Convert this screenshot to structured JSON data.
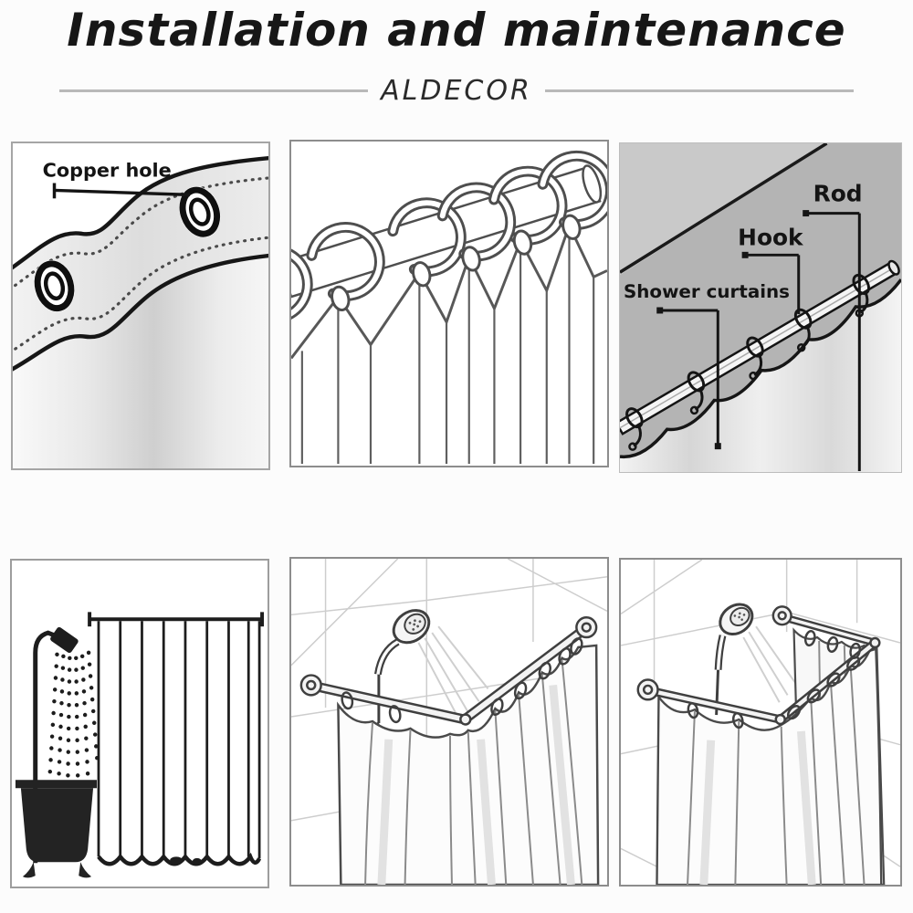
{
  "header": {
    "title": "Installation and maintenance",
    "brand": "ALDECOR"
  },
  "panels": [
    {
      "name": "grommet-closeup",
      "callouts": {
        "copper_hole": "Copper hole"
      }
    },
    {
      "name": "c-rings-on-rod",
      "callouts": {}
    },
    {
      "name": "labeled-parts",
      "callouts": {
        "rod": "Rod",
        "hook": "Hook",
        "shower_curtains": "Shower curtains"
      }
    },
    {
      "name": "shower-tub-curtain",
      "callouts": {}
    },
    {
      "name": "corner-rod-hand-shower",
      "callouts": {}
    },
    {
      "name": "u-shaped-rod-hand-shower",
      "callouts": {}
    }
  ],
  "colors": {
    "ink": "#161616",
    "wall_gray": "#b4b4b4",
    "wall_gray_light": "#c9c9c9",
    "divider_gray": "#b9b9b9",
    "tile_line": "#cdcdcd"
  }
}
